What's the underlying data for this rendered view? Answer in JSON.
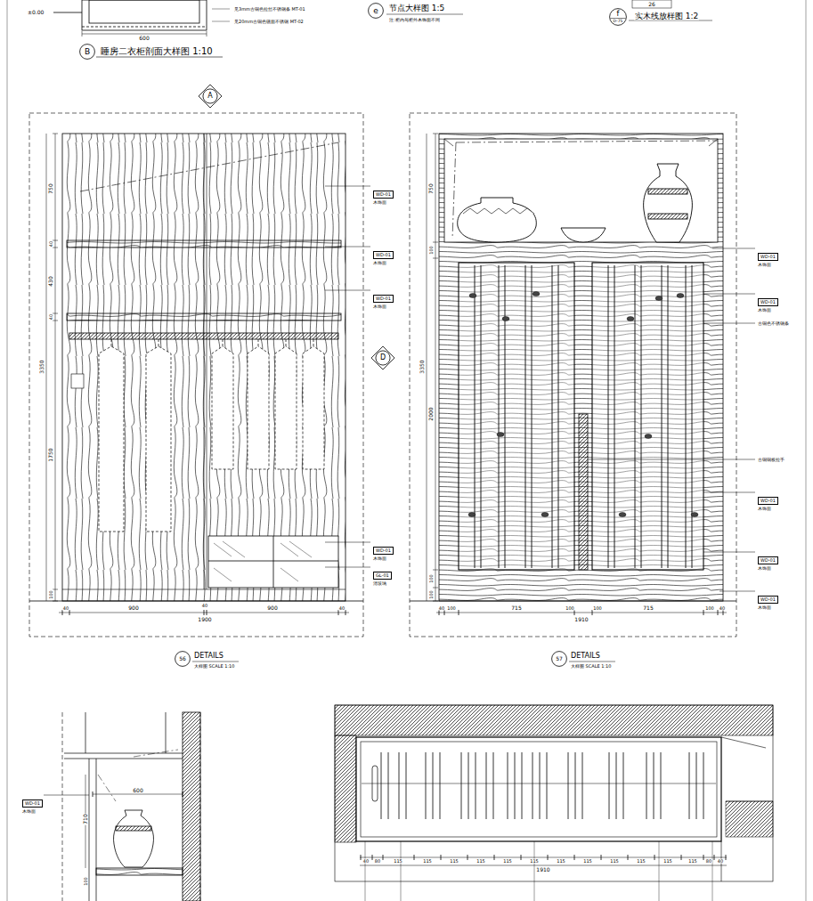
{
  "diagram": {
    "nodes": [
      {
        "text": [
          "B"
        ]
      },
      {
        "text": [
          "e"
        ]
      },
      {
        "text": [
          "f",
          "D-75"
        ]
      },
      {
        "text": [
          "A"
        ]
      },
      {
        "text": [
          "D"
        ]
      },
      {
        "text": [
          "56"
        ]
      },
      {
        "text": [
          "57"
        ]
      },
      {
        "text": [
          "WD-01",
          "木饰面"
        ]
      },
      {
        "text": [
          "WD-01",
          "木饰面"
        ]
      },
      {
        "text": [
          "WD-01",
          "木饰面"
        ]
      },
      {
        "text": [
          "WD-01",
          "木饰面"
        ]
      },
      {
        "text": [
          "GL-01",
          "清玻璃"
        ]
      },
      {
        "text": [
          "WD-01",
          "木饰面"
        ]
      },
      {
        "text": [
          "WD-01",
          "木饰面"
        ]
      },
      {
        "text": [
          "WD-01",
          "木饰面"
        ]
      },
      {
        "text": [
          "WD-01",
          "木饰面"
        ]
      },
      {
        "text": [
          "WD-01",
          "木饰面"
        ]
      },
      {
        "text": [
          "WD-01",
          "木饰面"
        ]
      }
    ],
    "labels": [
      "±0.00",
      "600",
      "睡房二衣柜剖面大样图 1:10",
      "节点大样图 1:5",
      "注:柜内与柜外木饰面不同",
      "实木线放样图 1:2",
      "26",
      "见3mm古铜色拉丝不锈钢条 MT-01",
      "见20mm古铜色镜面不锈钢 MT-02",
      "750",
      "40",
      "430",
      "40",
      "3350",
      "1750",
      "100",
      "40",
      "900",
      "40",
      "900",
      "40",
      "1900",
      "750",
      "100",
      "3350",
      "2000",
      "100",
      "100",
      "40",
      "100",
      "715",
      "100",
      "100",
      "715",
      "100",
      "40",
      "1910",
      "古铜色不锈钢条",
      "古铜铜板拉手",
      "DETAILS",
      "大样图 SCALE 1:10",
      "DETAILS",
      "大样图 SCALE 1:10",
      "600",
      "710",
      "100",
      "40",
      "80",
      "115",
      "115",
      "115",
      "115",
      "115",
      "115",
      "115",
      "115",
      "115",
      "115",
      "115",
      "115",
      "80",
      "40",
      "1910"
    ]
  }
}
